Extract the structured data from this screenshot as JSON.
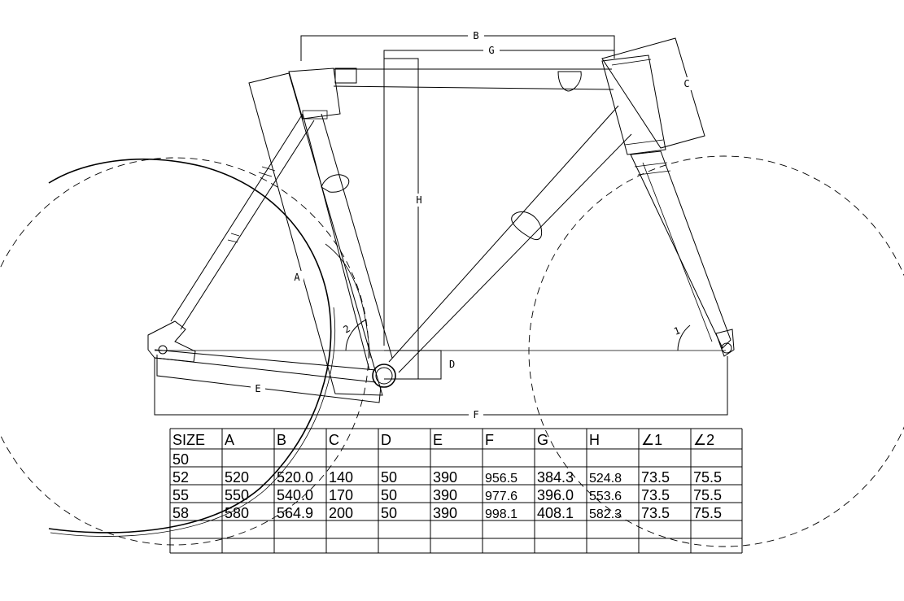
{
  "dimension_labels": {
    "A": "A",
    "B": "B",
    "C": "C",
    "D": "D",
    "E": "E",
    "F": "F",
    "G": "G",
    "H": "H",
    "angle1": "1",
    "angle2": "2"
  },
  "geometry_table": {
    "headers": [
      "SIZE",
      "A",
      "B",
      "C",
      "D",
      "E",
      "F",
      "G",
      "H",
      "∠1",
      "∠2"
    ],
    "rows": [
      [
        "50",
        "",
        "",
        "",
        "",
        "",
        "",
        "",
        "",
        "",
        ""
      ],
      [
        "52",
        "520",
        "520.0",
        "140",
        "50",
        "390",
        "956.5",
        "384.3",
        "524.8",
        "73.5",
        "75.5"
      ],
      [
        "55",
        "550",
        "540.0",
        "170",
        "50",
        "390",
        "977.6",
        "396.0",
        "553.6",
        "73.5",
        "75.5"
      ],
      [
        "58",
        "580",
        "564.9",
        "200",
        "50",
        "390",
        "998.1",
        "408.1",
        "582.3",
        "73.5",
        "75.5"
      ],
      [
        "",
        "",
        "",
        "",
        "",
        "",
        "",
        "",
        "",
        "",
        ""
      ]
    ]
  }
}
